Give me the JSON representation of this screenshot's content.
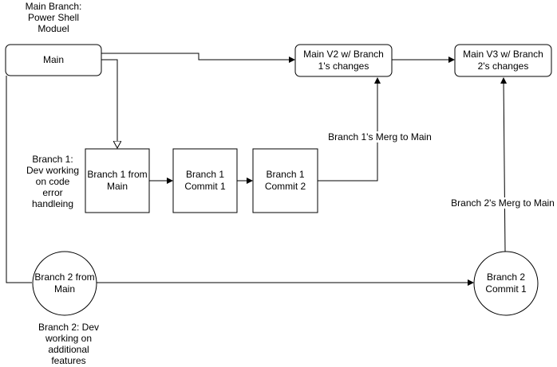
{
  "diagram": {
    "main_branch_note": [
      "Main Branch:",
      "Power Shell",
      "Moduel"
    ],
    "nodes": {
      "main": [
        "Main"
      ],
      "main_v2": [
        "Main V2 w/ Branch",
        "1's changes"
      ],
      "main_v3": [
        "Main V3 w/ Branch",
        "2's changes"
      ],
      "branch1_from_main": [
        "Branch 1 from",
        "Main"
      ],
      "branch1_commit1": [
        "Branch 1",
        "Commit 1"
      ],
      "branch1_commit2": [
        "Branch 1",
        "Commit 2"
      ],
      "branch2_from_main": [
        "Branch 2 from",
        "Main"
      ],
      "branch2_commit1": [
        "Branch 2",
        "Commit 1"
      ]
    },
    "branch1_note": [
      "Branch 1:",
      "Dev working",
      "on code",
      "error",
      "handleing"
    ],
    "branch2_note": [
      "Branch 2: Dev",
      "working on",
      "additional",
      "features"
    ],
    "edge_labels": {
      "branch1_merge": "Branch 1's Merg to Main",
      "branch2_merge": "Branch 2's Merg to Main"
    }
  }
}
